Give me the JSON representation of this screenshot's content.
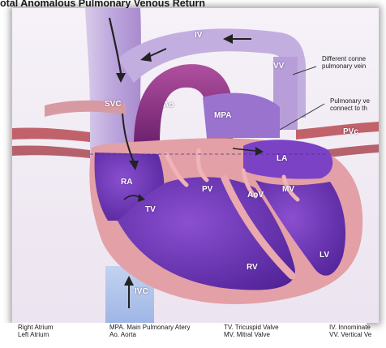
{
  "title": "otal Anomalous Pulmonary Venous Return",
  "labels": {
    "iv": "IV",
    "vv": "VV",
    "svc": "SVC",
    "ao": "Ao",
    "mpa": "MPA",
    "la": "LA",
    "pvc": "PVc",
    "ra": "RA",
    "pv": "PV",
    "aov": "AoV",
    "mv": "MV",
    "tv": "TV",
    "lv": "LV",
    "rv": "RV",
    "ivc": "IVC"
  },
  "callouts": {
    "different_line1": "Different conne",
    "different_line2": "pulmonary vein",
    "pulmonary_line1": "Pulmonary ve",
    "pulmonary_line2": "connect to th"
  },
  "legend": [
    [
      "Right Atrium",
      "Left Atrium"
    ],
    [
      "MPA. Main Pulmonary Atery",
      "Ao. Aorta"
    ],
    [
      "TV. Tricuspid Valve",
      "MV. Mitral Valve"
    ],
    [
      "IV. Innominate",
      "VV. Vertical Ve"
    ]
  ],
  "colors": {
    "chamber_purple": "#6b33b6",
    "muscle_pink": "#e3a0a6",
    "vessel_lavender": "#c9b4e0",
    "aorta_magenta": "#8a2f86"
  }
}
